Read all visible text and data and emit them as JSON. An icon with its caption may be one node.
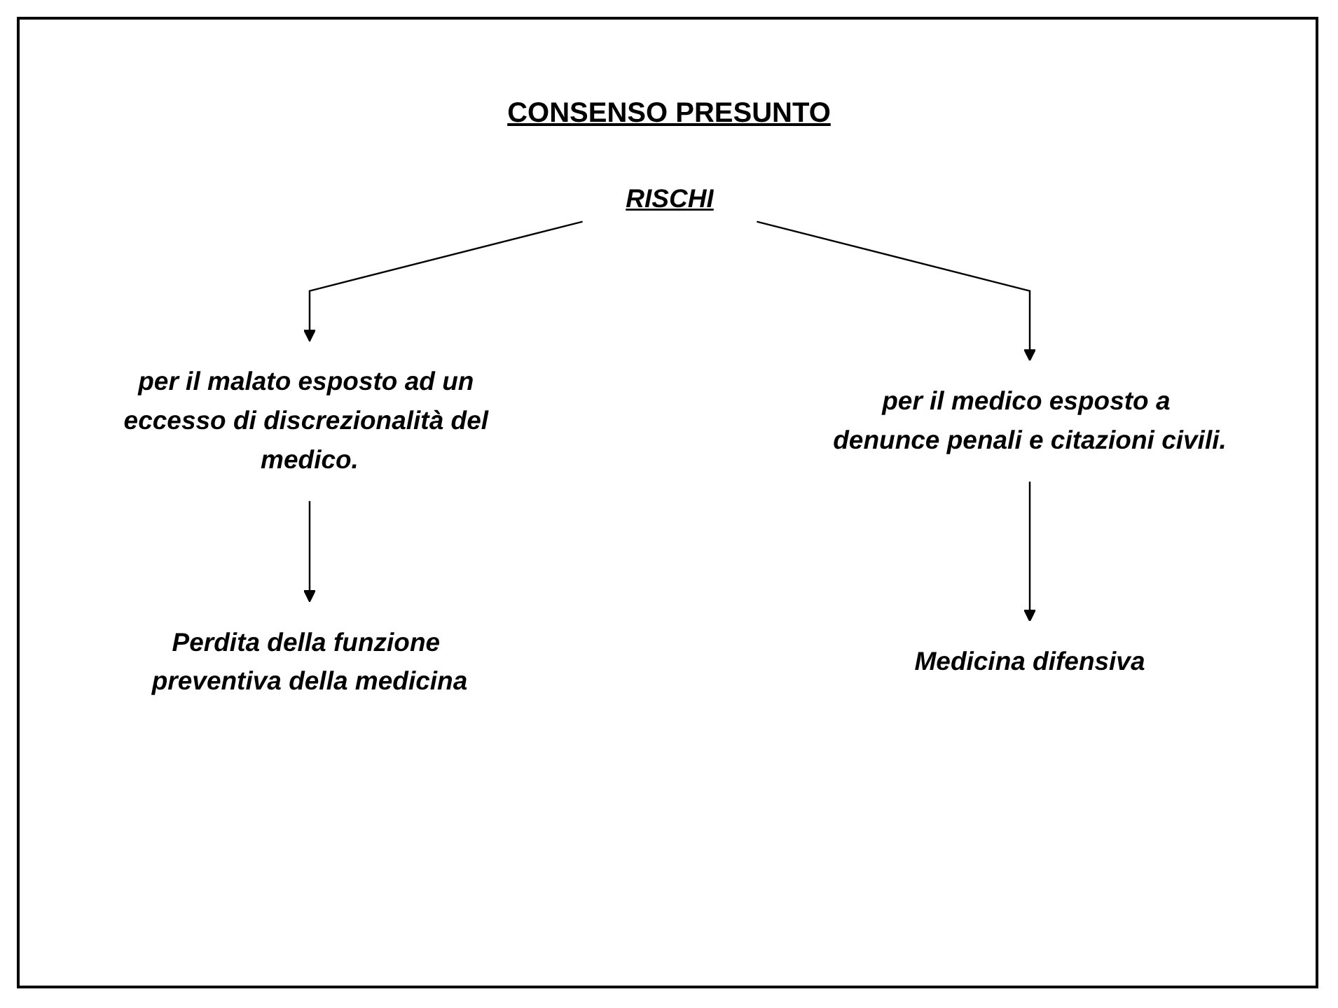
{
  "diagram": {
    "title": "CONSENSO PRESUNTO",
    "nodes": [
      {
        "text": [
          "RISCHI"
        ]
      },
      {
        "text": [
          "per il malato esposto ad un eccesso di discrezionalità del medico."
        ]
      },
      {
        "text": [
          "per il medico esposto a denunce penali e citazioni civili."
        ]
      },
      {
        "text": [
          "Perdita della funzione preventiva della medicina"
        ]
      },
      {
        "text": [
          "Medicina difensiva"
        ]
      }
    ],
    "edges": [
      {
        "from": 0,
        "to": 1,
        "arrow": "to"
      },
      {
        "from": 0,
        "to": 2,
        "arrow": "to"
      },
      {
        "from": 1,
        "to": 3,
        "arrow": "to"
      },
      {
        "from": 2,
        "to": 4,
        "arrow": "to"
      }
    ]
  }
}
